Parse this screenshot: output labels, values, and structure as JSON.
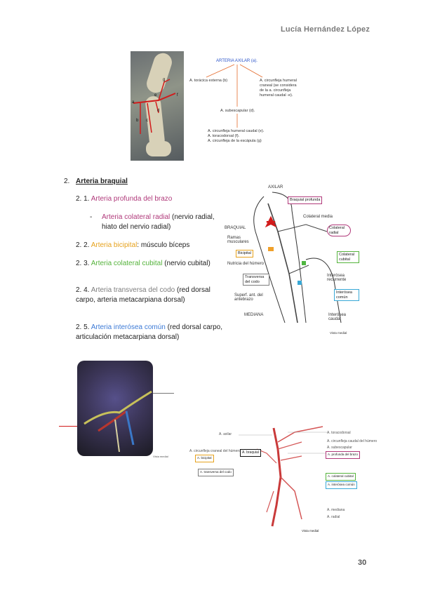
{
  "header": {
    "author": "Lucía Hernández López"
  },
  "page_number": "30",
  "figure1": {
    "labels": [
      "a",
      "b",
      "c",
      "d",
      "e",
      "f",
      "g"
    ],
    "flow": {
      "title": "ARTERIA AXILAR (a).",
      "left_branch": "A. torácica externa (b)",
      "right_branch": [
        "A. circunfleja humeral",
        "craneal (se considera",
        "de la a. circunfleja",
        "humeral caudal -e)."
      ],
      "middle": "A. subescapular (d).",
      "bottom": [
        "A. circunfleja humeral caudal (e).",
        "A. toracodorsal (f).",
        "A. circunfleja de la escápula (g)"
      ]
    }
  },
  "section": {
    "number": "2.",
    "title": "Arteria braquial",
    "items": [
      {
        "num": "2. 1.",
        "colored": "Arteria profunda del brazo",
        "rest": ""
      },
      {
        "num": "-",
        "colored": "Arteria colateral radial",
        "rest": " (nervio radial, hiato del nervio radial)"
      },
      {
        "num": "2. 2.",
        "colored": "Arteria bicipital",
        "rest": ": músculo bíceps"
      },
      {
        "num": "2. 3.",
        "colored": "Arteria colateral cubital",
        "rest": " (nervio cubital)"
      },
      {
        "num": "2. 4.",
        "colored": "Arteria transversa del codo",
        "rest": " (red dorsal carpo, arteria metacarpiana dorsal)"
      },
      {
        "num": "2. 5.",
        "colored": "Arteria interósea común",
        "rest": " (red dorsal carpo, articulación metacarpiana dorsal)"
      }
    ]
  },
  "figure2": {
    "labels": {
      "axilar": "AXILAR",
      "braquial": "BRAQUIAL",
      "ramas": "Ramas musculares",
      "nutricia": "Nutricia del húmero",
      "superf": "Superf. ant. del antebrazo",
      "mediana": "MEDIANA",
      "colateral_media": "Colateral media",
      "interosea_recurrente": "Interósea recurrente",
      "interosea_caudal": "Interósea caudal",
      "vista": "Vista medial"
    },
    "boxes": {
      "braquial_profunda": "Braquial profunda",
      "colateral_radial": "Colateral radial",
      "bicipital": "Bicipital",
      "colateral_cubital": "Colateral cubital",
      "transversa": "Transversa del codo",
      "interosea_comun": "Interósea común"
    }
  },
  "figure3": {
    "label": "Vista medial"
  },
  "figure4": {
    "left": [
      "A. axilar",
      "A. circunfleja craneal del húmero",
      "A. bicipital",
      "A. transversa del codo"
    ],
    "center": "A. braquial",
    "right": [
      "A. toracodorsal",
      "A. circunfleja caudal del húmero",
      "A. subescapular",
      "A. profunda del brazo",
      "A. colateral cubital",
      "A. interósea común",
      "A. mediana",
      "A. radial"
    ],
    "caption": "Vista medial"
  },
  "colors": {
    "pink": "#b0397a",
    "orange": "#e6a21d",
    "green": "#55b33c",
    "grey": "#7d7d7d",
    "blue": "#3c7ad6"
  }
}
